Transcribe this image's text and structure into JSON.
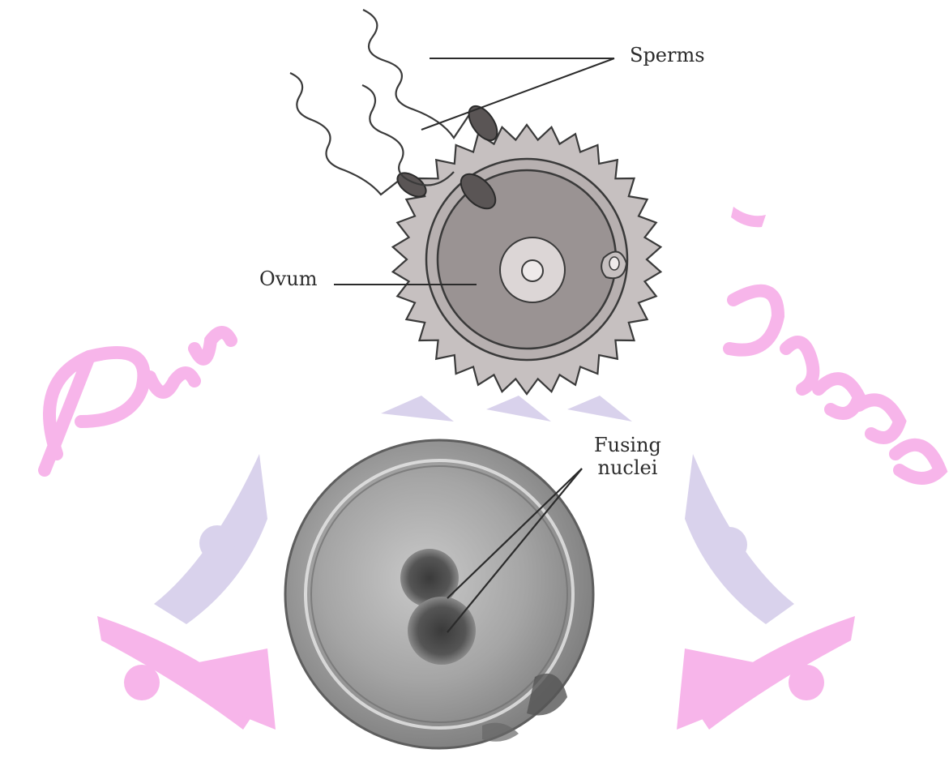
{
  "labels": {
    "sperms": "Sperms",
    "ovum": "Ovum",
    "fusing_line1": "Fusing",
    "fusing_line2": "nuclei"
  },
  "watermark": {
    "text": "Pink School",
    "color": "#f7b5ea"
  },
  "colors": {
    "ink": "#2b2b2b",
    "corona": "#c6c0c0",
    "ovum_fill": "#9a9393",
    "nucleus_fill": "#dcd6d6",
    "photo_bg": "#a3a3a3",
    "photo_dark": "#4a4a4a",
    "logo_lavender": "#d9d2ec",
    "logo_pink": "#f7b5ea"
  }
}
